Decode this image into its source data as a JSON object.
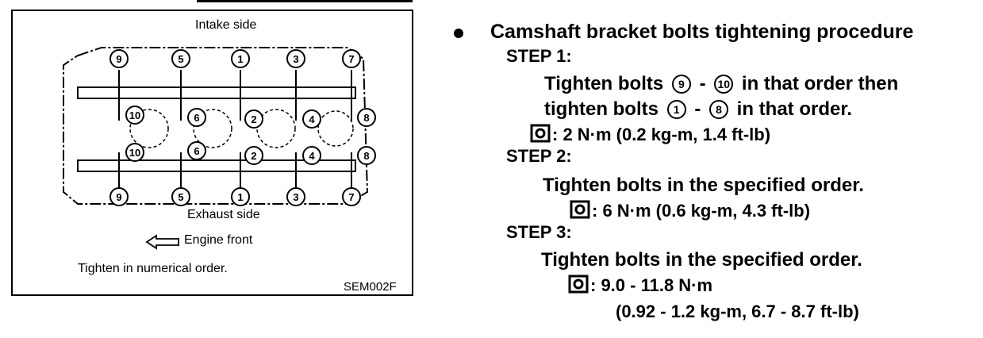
{
  "figure": {
    "intake_label": "Intake side",
    "exhaust_label": "Exhaust side",
    "front_label": "Engine front",
    "note": "Tighten in numerical order.",
    "code": "SEM002F",
    "top_bolts": [
      "9",
      "5",
      "1",
      "3",
      "7"
    ],
    "upper_mid_bolts": [
      "10",
      "6",
      "2",
      "4",
      "8"
    ],
    "lower_mid_bolts": [
      "10",
      "6",
      "2",
      "4",
      "8"
    ],
    "bottom_bolts": [
      "9",
      "5",
      "1",
      "3",
      "7"
    ]
  },
  "procedure": {
    "title": "Camshaft bracket bolts tightening procedure",
    "step1_label": "STEP 1:",
    "step1_line1_a": "Tighten bolts",
    "step1_bolt_a": "9",
    "step1_dash_a": "-",
    "step1_bolt_b": "10",
    "step1_line1_b": "in that order then",
    "step1_line2_a": "tighten bolts",
    "step1_bolt_c": "1",
    "step1_dash_b": "-",
    "step1_bolt_d": "8",
    "step1_line2_b": "in that order.",
    "step1_torque": ": 2 N·m (0.2 kg-m, 1.4 ft-lb)",
    "step2_label": "STEP 2:",
    "step2_text": "Tighten bolts in the specified order.",
    "step2_torque": ": 6 N·m (0.6 kg-m, 4.3 ft-lb)",
    "step3_label": "STEP 3:",
    "step3_text": "Tighten bolts in the specified order.",
    "step3_torque_1": ": 9.0 - 11.8 N·m",
    "step3_torque_2": "(0.92 - 1.2 kg-m, 6.7 - 8.7 ft-lb)"
  },
  "icons": {
    "torque": "torque-wrench-icon",
    "arrow": "left-arrow-icon",
    "bullet": "bullet-icon"
  }
}
